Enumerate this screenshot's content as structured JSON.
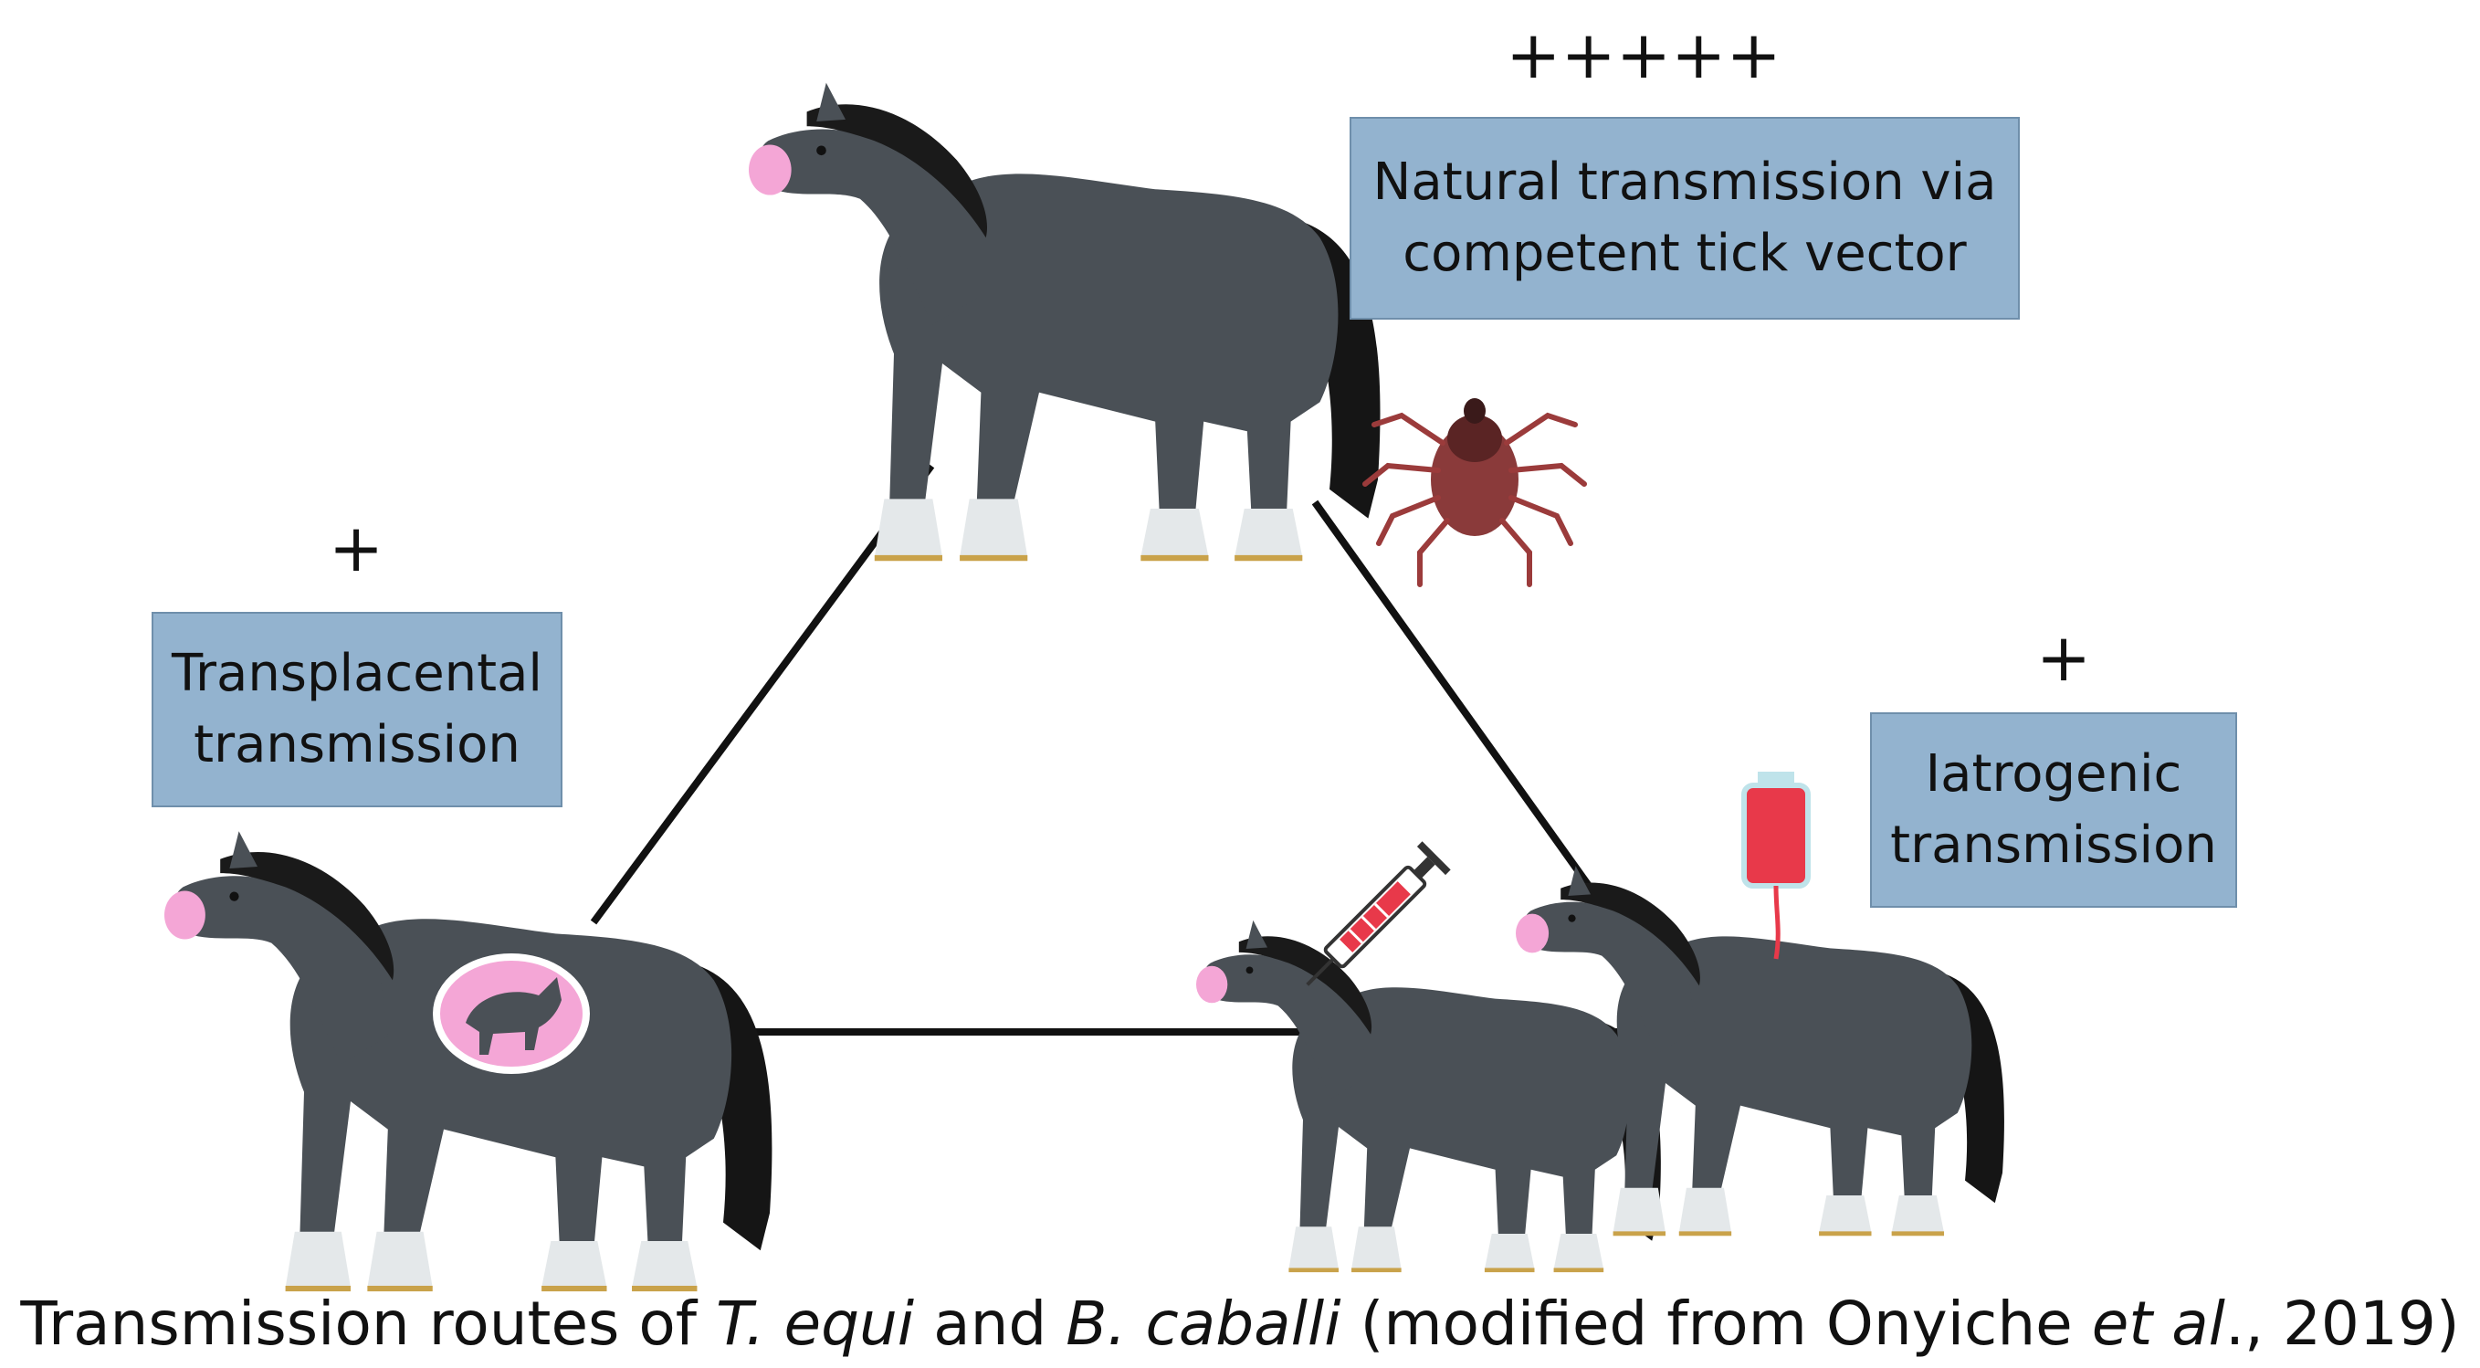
{
  "routes": {
    "natural": {
      "rating": "+++++",
      "line1": "Natural transmission via",
      "line2": "competent tick vector"
    },
    "transplacental": {
      "rating": "+",
      "line1": "Transplacental",
      "line2": "transmission"
    },
    "iatrogenic": {
      "rating": "+",
      "line1": "Iatrogenic",
      "line2": "transmission"
    }
  },
  "caption": {
    "part1": "Transmission routes of ",
    "species1": "T. equi",
    "part2": " and ",
    "species2": "B. caballi",
    "part3": " (modified from Onyiche ",
    "etal": "et al",
    "part4": "., 2019)"
  },
  "colors": {
    "horse_body": "#4a5056",
    "mane": "#1a1a1a",
    "muzzle": "#f4a6d6",
    "hoof_feather": "#e4e8ea",
    "box_fill": "#93b3cf",
    "blood_bag": "#e8394a",
    "tick": "#8a3a3a"
  }
}
